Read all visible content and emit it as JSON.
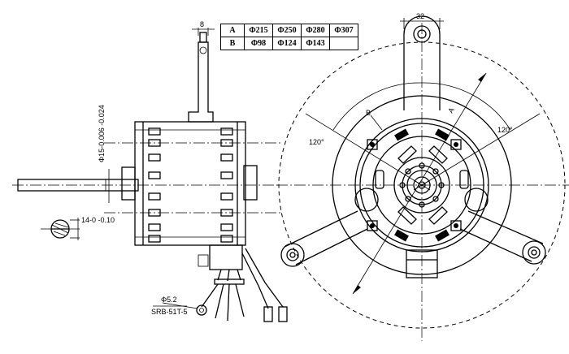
{
  "dimension_table": {
    "rows": [
      {
        "key": "A",
        "values": [
          "Φ215",
          "Φ250",
          "Φ280",
          "Φ307"
        ]
      },
      {
        "key": "B",
        "values": [
          "Φ98",
          "Φ124",
          "Φ143",
          ""
        ]
      }
    ]
  },
  "labels": {
    "top_width": "32",
    "bracket_thickness": "8",
    "angle_left": "120°",
    "angle_right": "120°",
    "label_a": "A",
    "label_b": "B",
    "shaft_diameter": "Φ15-0.006 -0.024",
    "flat_dimension": "14-0 -0.10",
    "terminal_hole": "Φ5.2",
    "terminal_type": "SRB-51T-5"
  }
}
